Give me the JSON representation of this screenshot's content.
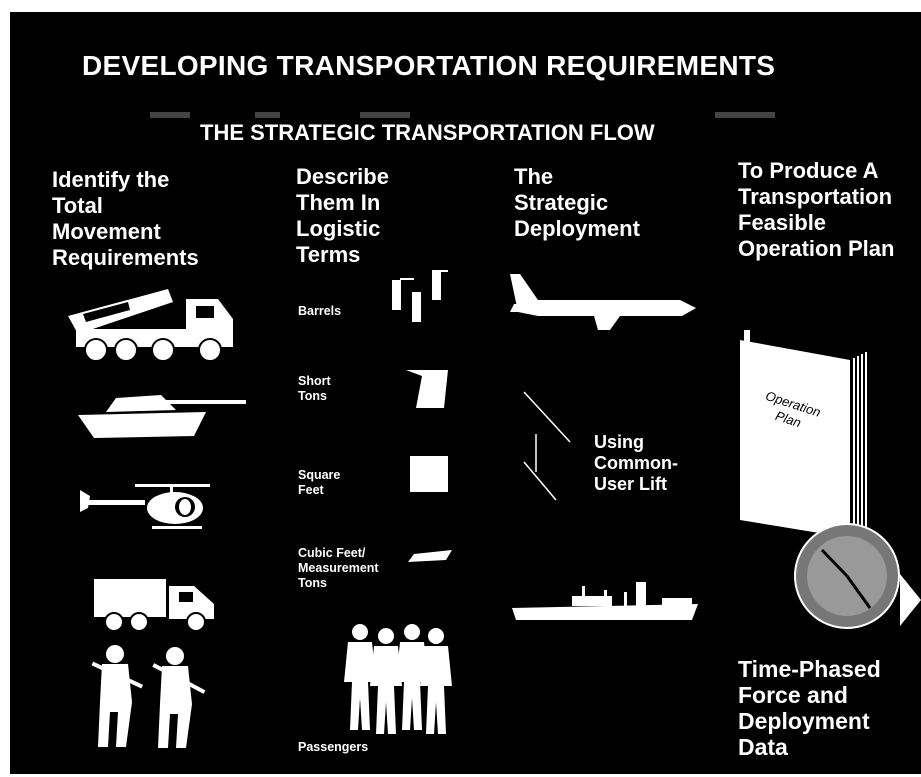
{
  "title": "DEVELOPING TRANSPORTATION REQUIREMENTS",
  "subtitle": "THE STRATEGIC TRANSPORTATION FLOW",
  "columns": {
    "col1": "Identify the\nTotal\nMovement\nRequirements",
    "col2": "Describe\nThem In\nLogistic\nTerms",
    "col3": "The\nStrategic\nDeployment",
    "col4": "To Produce A\nTransportation\nFeasible\nOperation Plan"
  },
  "units": {
    "barrels": "Barrels",
    "short_tons": "Short\nTons",
    "square_feet": "Square\nFeet",
    "cubic_feet": "Cubic Feet/\nMeasurement\nTons",
    "passengers": "Passengers"
  },
  "common_user_lift": "Using\nCommon-\nUser Lift",
  "operation_plan_cover": "Operation\nPlan",
  "tpfdd": "Time-Phased\nForce and\nDeployment\nData",
  "colors": {
    "background": "#000000",
    "foreground": "#ffffff"
  },
  "icons": [
    "rocket-launcher-truck-icon",
    "tank-icon",
    "helicopter-icon",
    "cargo-truck-icon",
    "soldiers-icon",
    "barrels-icon",
    "short-tons-icon",
    "square-feet-icon",
    "cubic-feet-icon",
    "passengers-icon",
    "airplane-icon",
    "ship-icon",
    "operation-plan-book-icon",
    "clock-icon",
    "arrow-icon"
  ]
}
